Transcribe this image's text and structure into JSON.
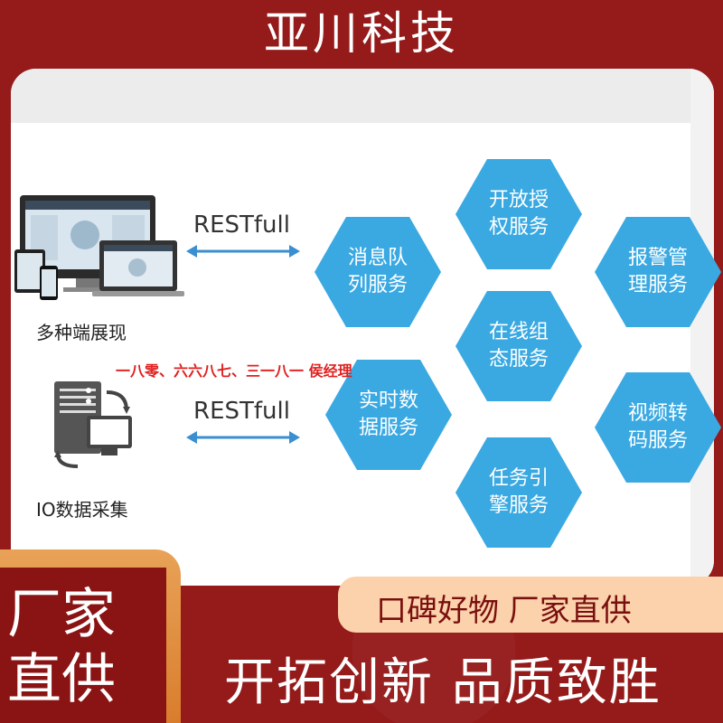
{
  "header": {
    "title": "亚川科技"
  },
  "diagram": {
    "top_client_label": "多种端展现",
    "bottom_client_label": "IO数据采集",
    "rest_top": "RESTfull",
    "rest_bottom": "RESTfull",
    "overlay_contact": "一八零、六六八七、三一八一 侯经理",
    "hexagons": [
      {
        "label": "开放授权服务"
      },
      {
        "label": "消息队列服务"
      },
      {
        "label": "报警管理服务"
      },
      {
        "label": "在线组态服务"
      },
      {
        "label": "实时数据服务"
      },
      {
        "label": "视频转码服务"
      },
      {
        "label": "任务引擎服务"
      }
    ],
    "hex_color": "#3aa9e2",
    "arrow_color": "#3a8fd0"
  },
  "banner": {
    "strip_text": "口碑好物 厂家直供",
    "card_line1": "厂家",
    "card_line2": "直供",
    "slogan": "开拓创新 品质致胜"
  },
  "icons": [
    "desktop-icon",
    "laptop-icon",
    "tablet-icon",
    "phone-icon",
    "server-icon",
    "monitor-icon",
    "sync-arrows-icon"
  ]
}
